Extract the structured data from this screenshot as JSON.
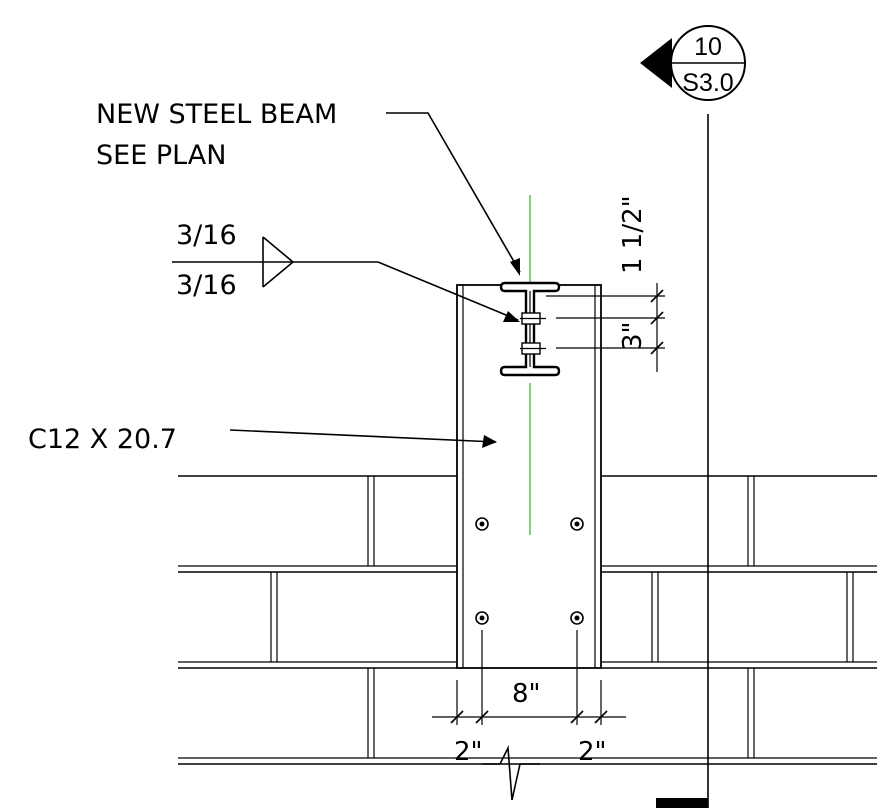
{
  "callouts": {
    "beam_line1": "NEW STEEL BEAM",
    "beam_line2": "SEE PLAN",
    "weld_top": "3/16",
    "weld_bottom": "3/16",
    "channel": "C12 X 20.7"
  },
  "dimensions": {
    "top_spacing": "1 1/2\"",
    "bolt_spacing": "3\"",
    "bottom_width": "8\"",
    "left_edge": "2\"",
    "right_edge": "2\""
  },
  "section_marker": {
    "number": "10",
    "sheet": "S3.0"
  },
  "colors": {
    "line": "#000000",
    "centerline": "#00a000",
    "background": "#ffffff"
  }
}
